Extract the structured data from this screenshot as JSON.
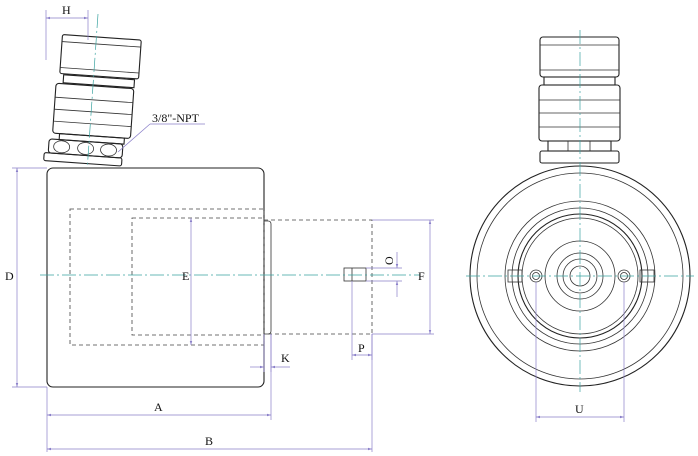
{
  "drawing": {
    "dimension_labels": {
      "H": "H",
      "D": "D",
      "E": "E",
      "F": "F",
      "O": "O",
      "P": "P",
      "K": "K",
      "A": "A",
      "B": "B",
      "U": "U"
    },
    "port_note": "3/8\"-NPT"
  },
  "colors": {
    "outline": "#222222",
    "dimension_line": "#8a7fc9",
    "center_line": "#3aa3a0"
  }
}
